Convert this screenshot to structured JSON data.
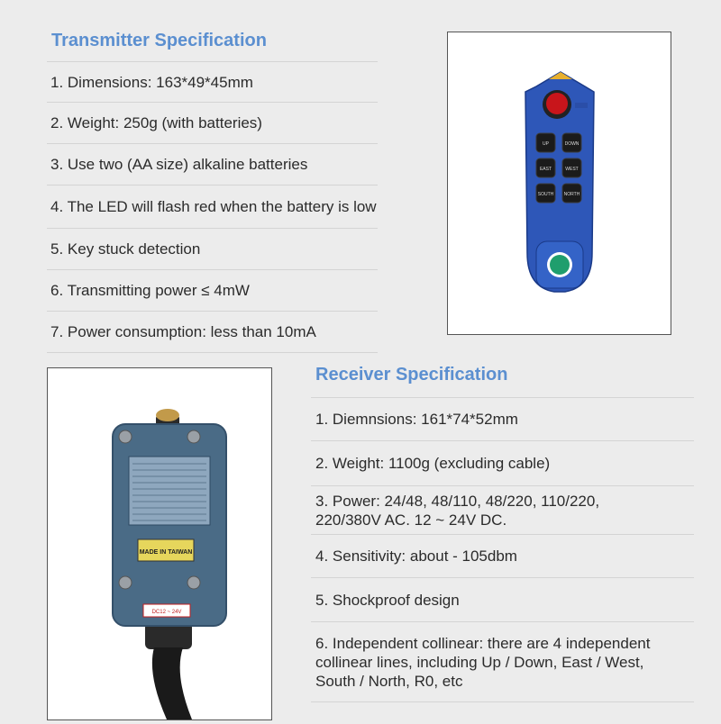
{
  "transmitter": {
    "title": "Transmitter Specification",
    "items": [
      "1. Dimensions: 163*49*45mm",
      "2. Weight: 250g (with batteries)",
      "3. Use two (AA size) alkaline batteries",
      "4. The LED will flash red when the battery is low",
      "5. Key stuck detection",
      "6. Transmitting power ≤ 4mW",
      "7. Power consumption: less than 10mA"
    ],
    "buttons": [
      "UP",
      "DOWN",
      "EAST",
      "WEST",
      "SOUTH",
      "NORTH"
    ]
  },
  "receiver": {
    "title": "Receiver Specification",
    "items": [
      "1. Diemnsions: 161*74*52mm",
      "2. Weight: 1100g (excluding cable)",
      "3. Power:  24/48, 48/110, 48/220, 110/220, 220/380V AC. 12 ~ 24V DC.",
      "4. Sensitivity: about - 105dbm",
      "5. Shockproof design",
      "6. Independent collinear: there are 4 independent collinear lines, including Up / Down, East / West, South / North, R0, etc"
    ],
    "made_label": "MADE IN TAIWAN",
    "voltage_label": "DC12 ~ 24V"
  },
  "colors": {
    "heading": "#5b8fd0",
    "remote_body": "#2e57b8",
    "receiver_body": "#4a6b86",
    "stop_button": "#c8151b",
    "start_button": "#1f9e6d"
  }
}
